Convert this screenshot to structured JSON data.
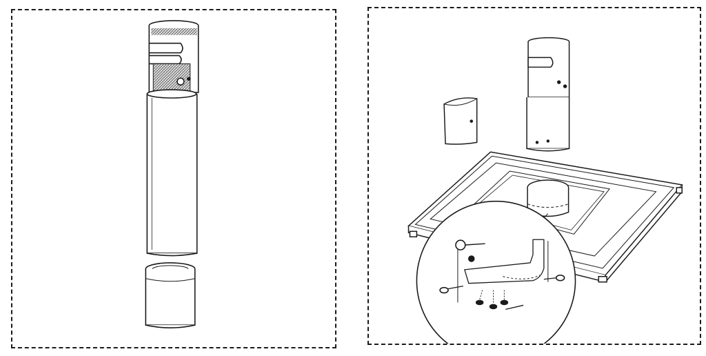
{
  "figure": {
    "panels": [
      {
        "id": "left",
        "subject": "pole-tube-assembly"
      },
      {
        "id": "right",
        "subject": "pole-base-mounting-assembly"
      }
    ],
    "colors": {
      "line": "#1a1a1a",
      "paper": "#ffffff",
      "hatch": "#555555"
    }
  }
}
